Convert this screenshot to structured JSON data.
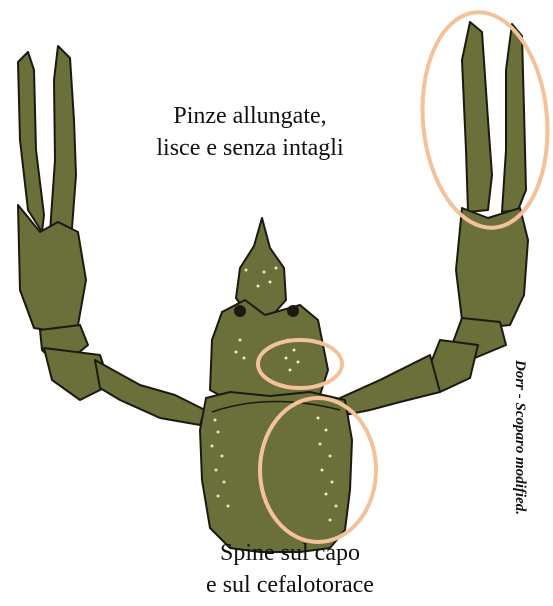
{
  "labels": {
    "top_line1": "Pinze allungate,",
    "top_line2": "lisce e senza intagli",
    "bottom_line1": "Spine sul capo",
    "bottom_line2": "e sul cefalotorace",
    "credit": "Dorr - Scoparo modified."
  },
  "colors": {
    "body": "#6b6f3a",
    "outline": "#1a1a10",
    "highlight": "#f4c29a",
    "spine": "#e8e6d0"
  }
}
